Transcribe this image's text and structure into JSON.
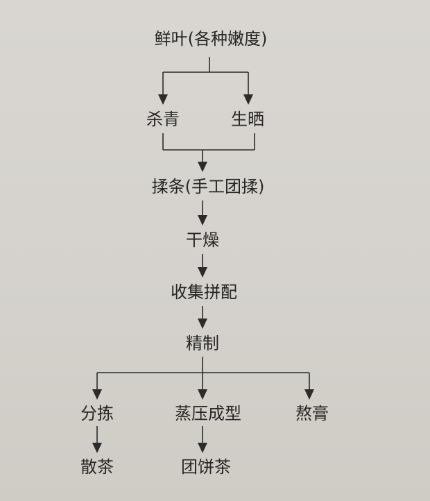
{
  "flowchart": {
    "fresh_leaf": "鲜叶(各种嫩度)",
    "kill_green": "杀青",
    "sun_dry": "生晒",
    "rolling": "揉条(手工团揉)",
    "drying": "干燥",
    "collect_blend": "收集拼配",
    "refine": "精制",
    "sorting": "分拣",
    "steam_press": "蒸压成型",
    "boil_paste": "熬膏",
    "loose_tea": "散茶",
    "cake_tea": "团饼茶"
  }
}
